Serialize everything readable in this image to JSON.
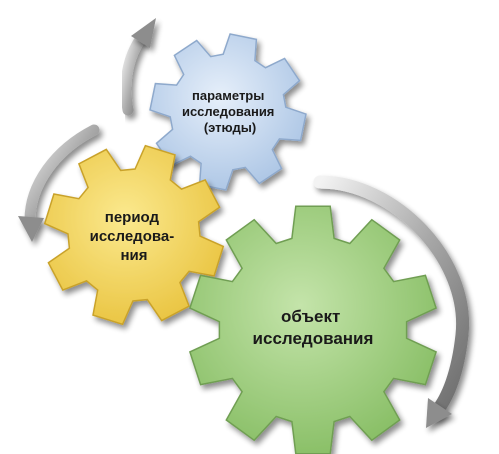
{
  "gears": [
    {
      "id": "gear-parameters",
      "color": "#c9dcf2",
      "lines": [
        "параметры",
        "исследования",
        "(этюды)"
      ]
    },
    {
      "id": "gear-period",
      "color": "#f6dc6e",
      "lines": [
        "период",
        "исследова-",
        "ния"
      ]
    },
    {
      "id": "gear-object",
      "color": "#a9d48a",
      "lines": [
        "объект",
        "исследования"
      ]
    }
  ],
  "arrows": [
    {
      "id": "arrow-top",
      "direction": "up-right"
    },
    {
      "id": "arrow-left",
      "direction": "down-left"
    },
    {
      "id": "arrow-right",
      "direction": "down-left"
    }
  ]
}
